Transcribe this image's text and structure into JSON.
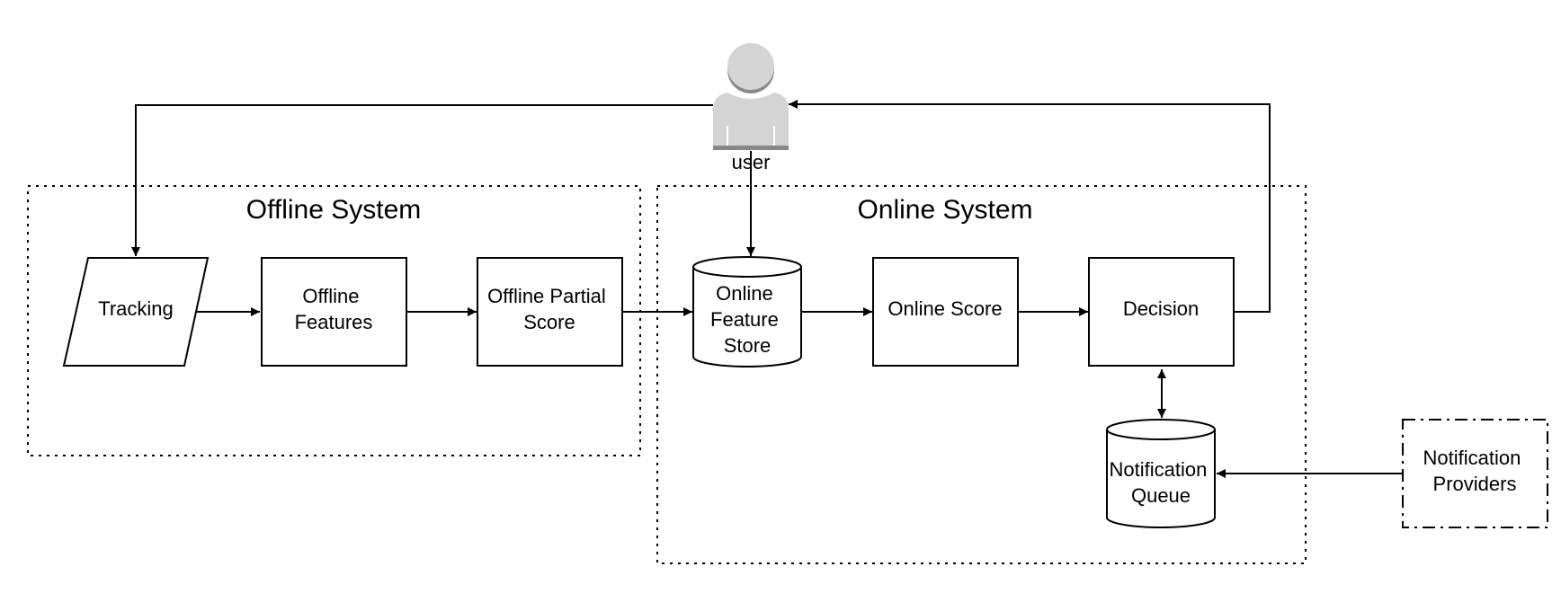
{
  "groups": {
    "offline_title": "Offline System",
    "online_title": "Online System"
  },
  "actor": {
    "label": "user",
    "color": "#d4d4d4",
    "shade": "#888888"
  },
  "nodes": {
    "tracking": "Tracking",
    "offline_features": [
      "Offline",
      "Features"
    ],
    "offline_partial_score": [
      "Offline Partial",
      "Score"
    ],
    "online_feature_store": [
      "Online",
      "Feature",
      "Store"
    ],
    "online_score": "Online Score",
    "decision": "Decision",
    "notification_queue": [
      "Notification",
      "Queue"
    ],
    "notification_providers": [
      "Notification",
      "Providers"
    ]
  }
}
